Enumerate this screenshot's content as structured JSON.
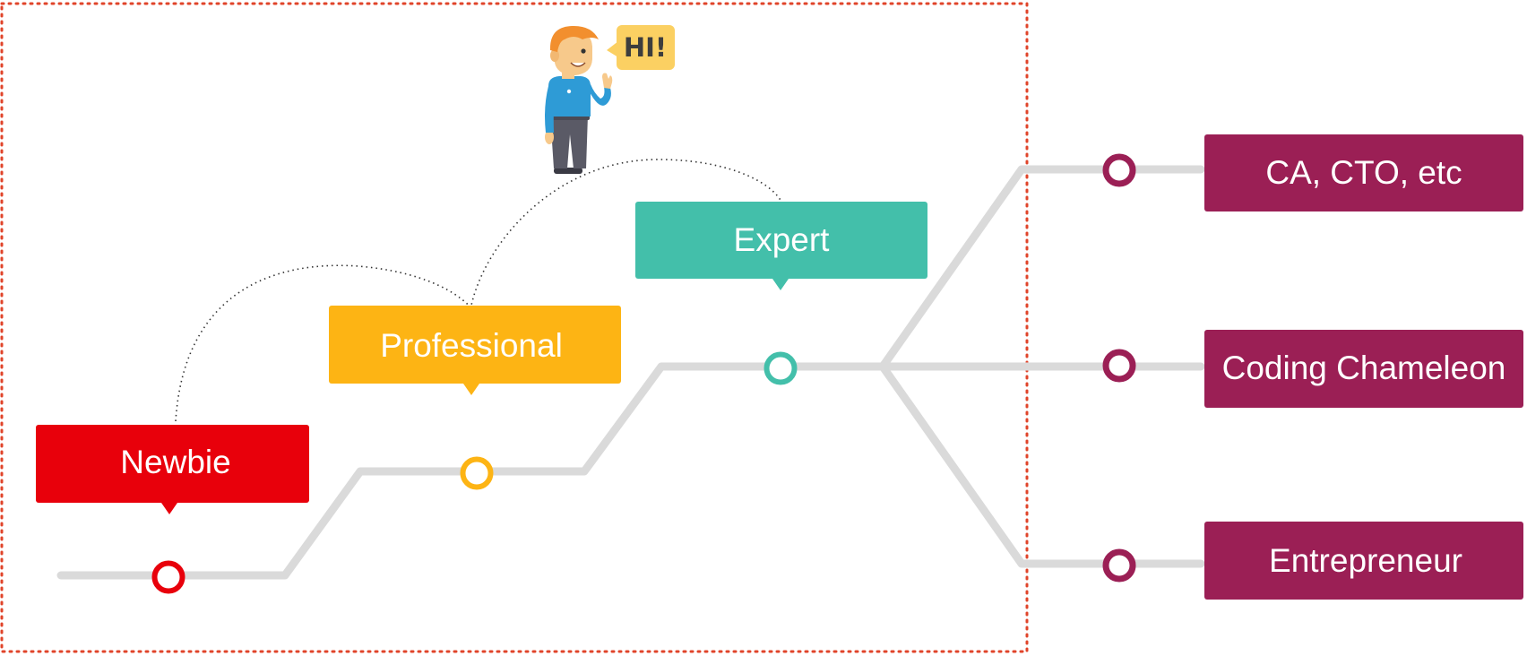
{
  "speech_bubble": "HI!",
  "stages": [
    {
      "label": "Newbie",
      "color": "#E8000B"
    },
    {
      "label": "Professional",
      "color": "#FDB414"
    },
    {
      "label": "Expert",
      "color": "#43BFAA"
    }
  ],
  "outcomes": [
    {
      "label": "CA, CTO, etc"
    },
    {
      "label": "Coding Chameleon"
    },
    {
      "label": "Entrepreneur"
    }
  ],
  "colors": {
    "outcome": "#9B1F55",
    "track": "#DADADA",
    "boundary": "#E0442A",
    "jump_arc": "#333333"
  }
}
